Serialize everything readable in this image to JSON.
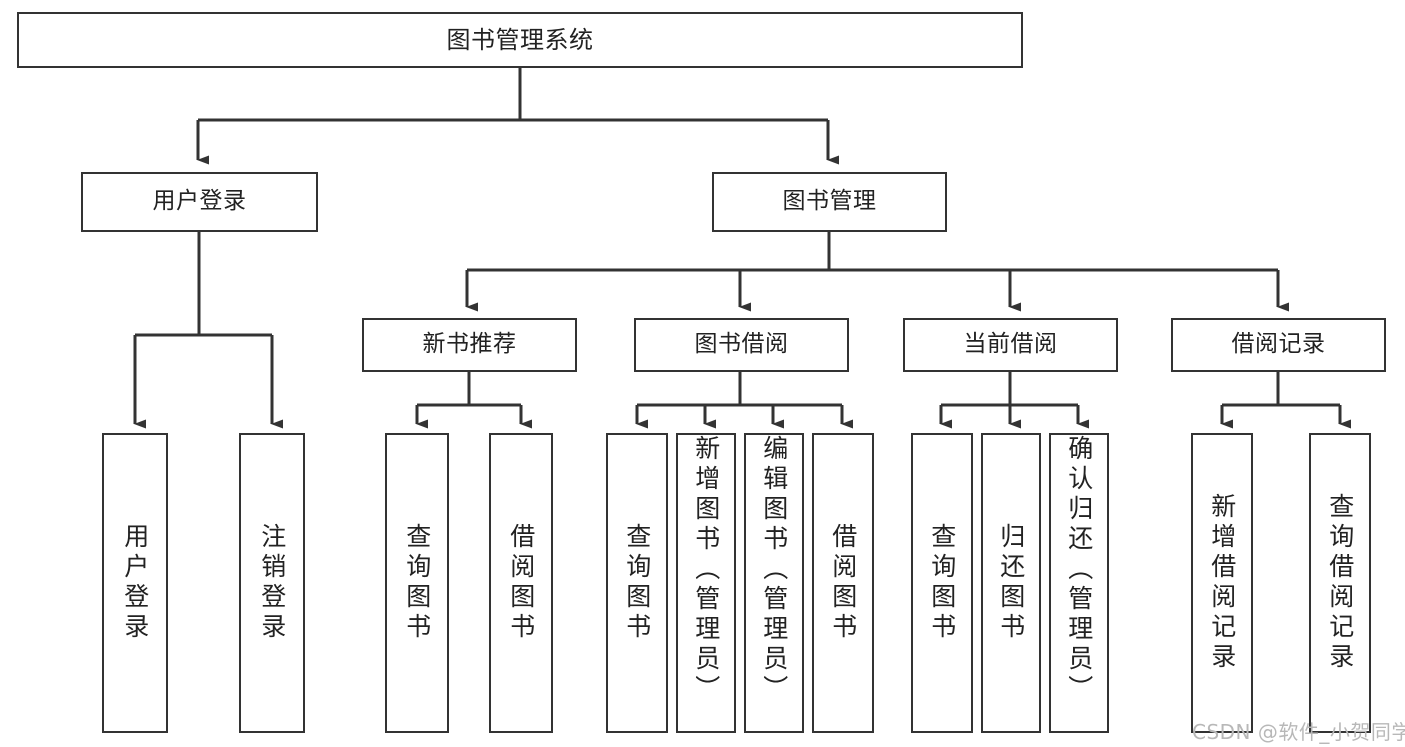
{
  "diagram": {
    "title": "图书管理系统",
    "type": "tree-hierarchy-chart",
    "watermark": "CSDN @软件_小贺同学",
    "colors": {
      "box_border": "#333333",
      "box_fill": "#ffffff",
      "connector": "#333333",
      "text": "#222222",
      "watermark": "#b8b8b8",
      "background": "#ffffff"
    },
    "levels": {
      "level1": [
        {
          "id": "root",
          "label": "图书管理系统"
        }
      ],
      "level2": [
        {
          "id": "user-login",
          "label": "用户登录"
        },
        {
          "id": "book-manage",
          "label": "图书管理"
        }
      ],
      "level3": [
        {
          "id": "new-book-recommend",
          "label": "新书推荐"
        },
        {
          "id": "book-borrow",
          "label": "图书借阅"
        },
        {
          "id": "current-borrow",
          "label": "当前借阅"
        },
        {
          "id": "borrow-record",
          "label": "借阅记录"
        }
      ],
      "level4": [
        {
          "id": "leaf-user-login",
          "label": "用户登录",
          "parent": "user-login"
        },
        {
          "id": "leaf-logout",
          "label": "注销登录",
          "parent": "user-login"
        },
        {
          "id": "leaf-query-book-1",
          "label": "查询图书",
          "parent": "new-book-recommend"
        },
        {
          "id": "leaf-borrow-book-1",
          "label": "借阅图书",
          "parent": "new-book-recommend"
        },
        {
          "id": "leaf-query-book-2",
          "label": "查询图书",
          "parent": "book-borrow"
        },
        {
          "id": "leaf-add-book",
          "label": "新增图书（管理员）",
          "parent": "book-borrow"
        },
        {
          "id": "leaf-edit-book",
          "label": "编辑图书（管理员）",
          "parent": "book-borrow"
        },
        {
          "id": "leaf-borrow-book-2",
          "label": "借阅图书",
          "parent": "book-borrow"
        },
        {
          "id": "leaf-query-book-3",
          "label": "查询图书",
          "parent": "current-borrow"
        },
        {
          "id": "leaf-return-book",
          "label": "归还图书",
          "parent": "current-borrow"
        },
        {
          "id": "leaf-confirm-return",
          "label": "确认归还（管理员）",
          "parent": "current-borrow"
        },
        {
          "id": "leaf-add-record",
          "label": "新增借阅记录",
          "parent": "borrow-record"
        },
        {
          "id": "leaf-query-record",
          "label": "查询借阅记录",
          "parent": "borrow-record"
        }
      ]
    }
  }
}
